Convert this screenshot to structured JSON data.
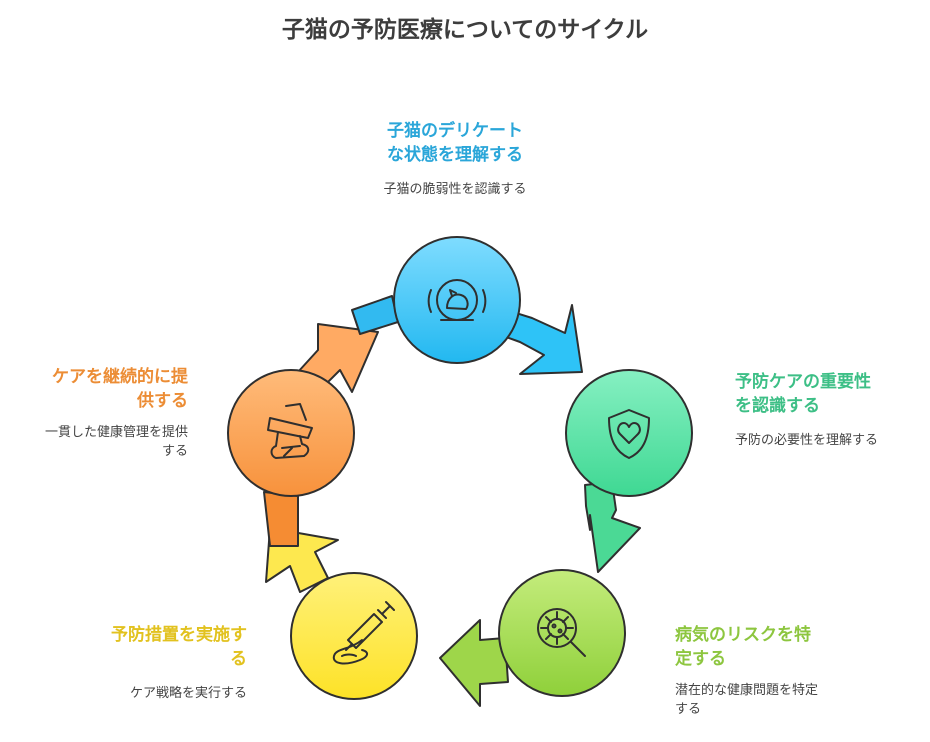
{
  "title": "子猫の予防医療についてのサイクル",
  "steps": [
    {
      "heading_line1": "子猫のデリケート",
      "heading_line2": "な状態を理解する",
      "description_line1": "子猫の脆弱性を認識する",
      "description_line2": "",
      "icon": "kitten-in-bubble-icon",
      "color": "#2aa6d9"
    },
    {
      "heading_line1": "予防ケアの重要性",
      "heading_line2": "を認識する",
      "description_line1": "予防の必要性を理解する",
      "description_line2": "",
      "icon": "heart-shield-icon",
      "color": "#3dbf86"
    },
    {
      "heading_line1": "病気のリスクを特",
      "heading_line2": "定する",
      "description_line1": "潜在的な健康問題を特定",
      "description_line2": "する",
      "icon": "virus-magnifier-icon",
      "color": "#8dc63f"
    },
    {
      "heading_line1": "予防措置を実施す",
      "heading_line2": "る",
      "description_line1": "ケア戦略を実行する",
      "description_line2": "",
      "icon": "syringe-icon",
      "color": "#e2c21f"
    },
    {
      "heading_line1": "ケアを継続的に提",
      "heading_line2": "供する",
      "description_line1": "一貫した健康管理を提供",
      "description_line2": "する",
      "icon": "bandaged-leg-icon",
      "color": "#ec8d35"
    }
  ]
}
